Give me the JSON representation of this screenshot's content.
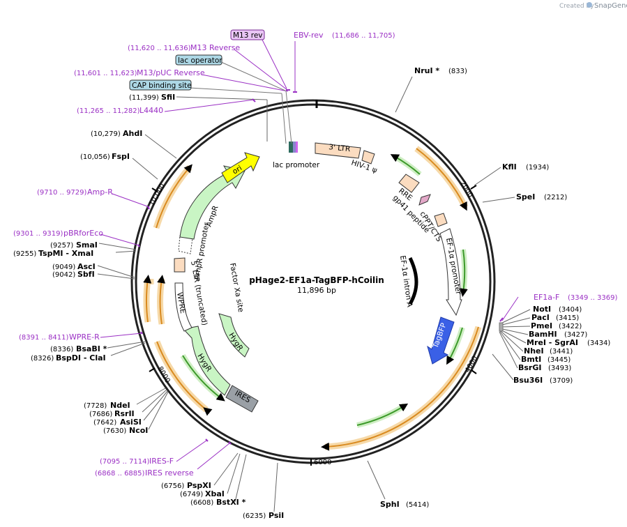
{
  "watermark": {
    "prefix": "Created by",
    "brand": "SnapGene"
  },
  "plasmid": {
    "name": "pHage2-EF1a-TagBFP-hCoilin",
    "size": "11,896 bp"
  },
  "ticks": [
    "2000",
    "4000",
    "6000",
    "8000",
    "10,000"
  ],
  "restriction_sites": [
    {
      "name": "NruI",
      "star": true,
      "pos": "(833)"
    },
    {
      "name": "KflI",
      "pos": "(1934)"
    },
    {
      "name": "SpeI",
      "pos": "(2212)"
    },
    {
      "name": "NotI",
      "pos": "(3404)"
    },
    {
      "name": "PacI",
      "pos": "(3415)"
    },
    {
      "name": "PmeI",
      "pos": "(3422)"
    },
    {
      "name": "BamHI",
      "pos": "(3427)"
    },
    {
      "name": "MreI",
      "extra": "SgrAI",
      "pos": "(3434)"
    },
    {
      "name": "NheI",
      "pos": "(3441)"
    },
    {
      "name": "BmtI",
      "pos": "(3445)"
    },
    {
      "name": "BsrGI",
      "pos": "(3493)"
    },
    {
      "name": "Bsu36I",
      "pos": "(3709)"
    },
    {
      "name": "SphI",
      "pos": "(5414)"
    },
    {
      "name": "PsiI",
      "pos": "(6235)"
    },
    {
      "name": "BstXI",
      "star": true,
      "pos": "(6608)"
    },
    {
      "name": "XbaI",
      "pos": "(6749)"
    },
    {
      "name": "PspXI",
      "pos": "(6756)"
    },
    {
      "name": "NcoI",
      "pos": "(7630)"
    },
    {
      "name": "AsiSI",
      "pos": "(7642)"
    },
    {
      "name": "RsrII",
      "pos": "(7686)"
    },
    {
      "name": "NdeI",
      "pos": "(7728)"
    },
    {
      "name": "BspDI",
      "extra": "ClaI",
      "pos": "(8326)"
    },
    {
      "name": "BsaBI",
      "star": true,
      "pos": "(8336)"
    },
    {
      "name": "SbfI",
      "pos": "(9042)"
    },
    {
      "name": "AscI",
      "pos": "(9049)"
    },
    {
      "name": "TspMI",
      "extra": "XmaI",
      "pos": "(9255)"
    },
    {
      "name": "SmaI",
      "pos": "(9257)"
    },
    {
      "name": "FspI",
      "pos": "(10,056)"
    },
    {
      "name": "AhdI",
      "pos": "(10,279)"
    },
    {
      "name": "SfiI",
      "pos": "(11,399)"
    }
  ],
  "primers": [
    {
      "name": "EBV-rev",
      "range": "(11,686 .. 11,705)"
    },
    {
      "name": "M13 Reverse",
      "range": "(11,620 .. 11,636)"
    },
    {
      "name": "M13/pUC Reverse",
      "range": "(11,601 .. 11,623)"
    },
    {
      "name": "L4440",
      "range": "(11,265 .. 11,282)"
    },
    {
      "name": "EF1a-F",
      "range": "(3349 .. 3369)"
    },
    {
      "name": "Amp-R",
      "range": "(9710 .. 9729)"
    },
    {
      "name": "pBRforEco",
      "range": "(9301 .. 9319)"
    },
    {
      "name": "WPRE-R",
      "range": "(8391 .. 8411)"
    },
    {
      "name": "IRES-F",
      "range": "(7095 .. 7114)"
    },
    {
      "name": "IRES reverse",
      "range": "(6868 .. 6885)"
    }
  ],
  "boxed_labels": {
    "m13rev": "M13 rev",
    "lac_operator": "lac operator",
    "cap_site": "CAP binding site"
  },
  "features": {
    "ltr3": "3' LTR",
    "hiv": "HIV-1 ψ",
    "rre": "RRE",
    "gp41": "gp41 peptide",
    "cppt": "cPPT/CTS",
    "ef1a_promoter": "EF-1α promoter",
    "ef1a_intron": "EF-1α intron A",
    "tagbfp": "TagBFP",
    "ires": "IRES",
    "hygr_outer": "HygR",
    "hygr_inner": "HygR",
    "factor_xa": "Factor Xa site",
    "wpre": "WPRE",
    "ltr5": "5' LTR (truncated)",
    "ampr_promoter": "AmpR promoter",
    "ampr": "AmpR",
    "ori": "ori",
    "lac_promoter": "lac promoter"
  },
  "colors": {
    "primer": "#9a2fc4",
    "orf_orange": "#d98a1f",
    "orf_glow": "#f6d9a8",
    "green_arrow": "#3c9a2a",
    "green_glow": "#cfeec4",
    "ori_yellow": "#ffff00",
    "tagbfp_blue": "#3a60e6",
    "ires_gray": "#9aa0a6",
    "ltr_fill": "#fbdcc0",
    "light_green": "#c9f5c4",
    "boxed_fill": "#add8e6",
    "boxed_purple": "#e9c6f5"
  }
}
